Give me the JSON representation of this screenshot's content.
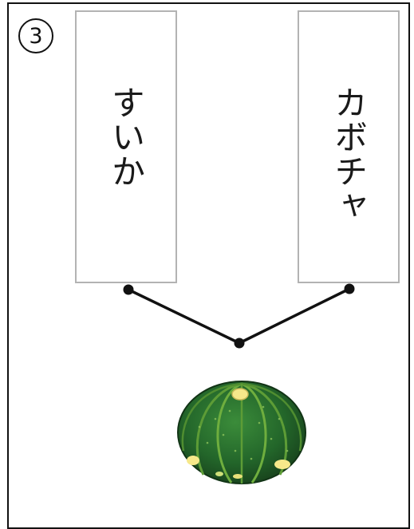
{
  "question_number": "3",
  "choices": [
    {
      "label": "すいか"
    },
    {
      "label": "カボチャ"
    }
  ],
  "picture": {
    "icon": "pumpkin-icon",
    "colors": {
      "dark_green": "#1e5a22",
      "mid_green": "#2f7d34",
      "rib_green": "#6fae3e",
      "yellow": "#f6e88a"
    }
  }
}
